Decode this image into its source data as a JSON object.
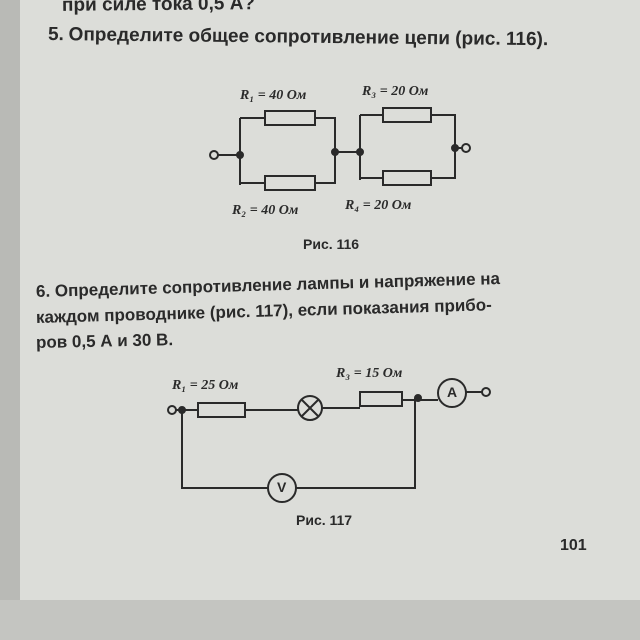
{
  "prev_line": "при силе тока 0,5 А?",
  "problem5": {
    "number": "5.",
    "text": "Определите общее сопротивление цепи (рис. 116).",
    "labels": {
      "r1": "R₁ = 40 Ом",
      "r2": "R₂ = 40 Ом",
      "r3": "R₃ = 20 Ом",
      "r4": "R₄ = 20 Ом"
    },
    "caption": "Рис. 116"
  },
  "problem6": {
    "number": "6.",
    "lines": [
      "Определите сопротивление лампы и напряжение на",
      "каждом проводнике (рис. 117), если показания прибо-",
      "ров 0,5 А и 30 В."
    ],
    "labels": {
      "r1": "R₁ = 25 Ом",
      "r3": "R₃ = 15 Ом",
      "ammeter": "A",
      "voltmeter": "V"
    },
    "caption": "Рис. 117"
  },
  "page_number": "101"
}
